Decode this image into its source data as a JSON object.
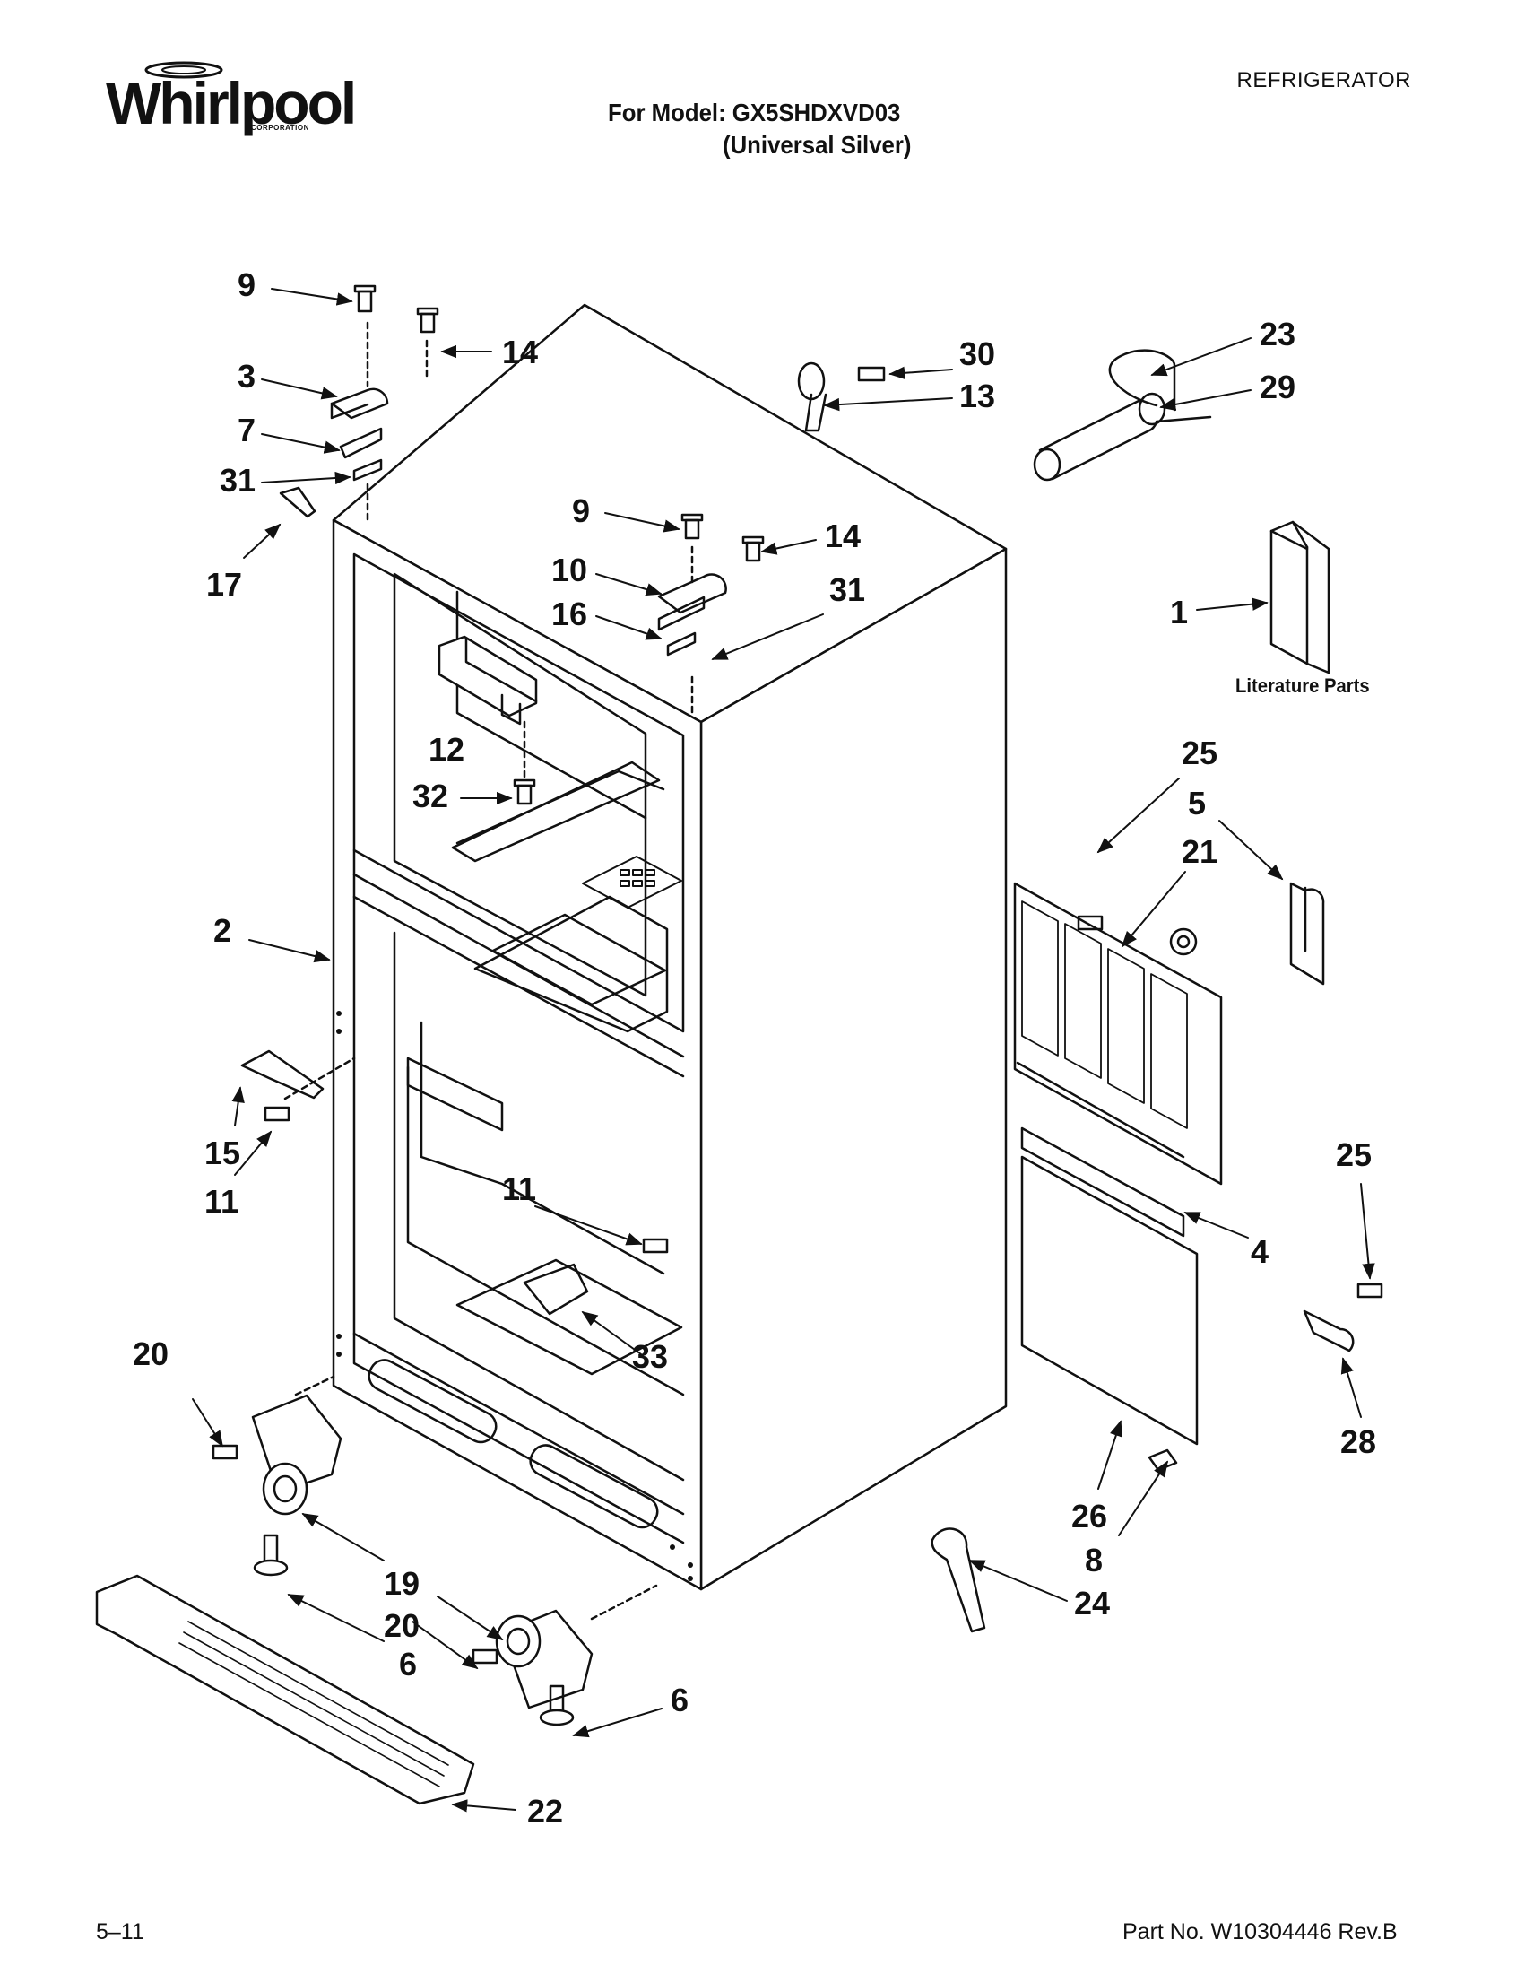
{
  "header": {
    "brand": "Whirlpool",
    "brand_sub": "CORPORATION",
    "category": "REFRIGERATOR",
    "model_line": "For Model: GX5SHDXVD03",
    "variant_line": "(Universal Silver)"
  },
  "literature_label": "Literature Parts",
  "footer": {
    "left": "5–11",
    "right": "Part No. W10304446 Rev.B"
  },
  "callouts": [
    "9",
    "14",
    "3",
    "7",
    "31",
    "17",
    "30",
    "13",
    "23",
    "29",
    "9",
    "14",
    "10",
    "16",
    "31",
    "1",
    "12",
    "32",
    "2",
    "25",
    "5",
    "21",
    "15",
    "11",
    "11",
    "33",
    "25",
    "4",
    "28",
    "20",
    "26",
    "8",
    "19",
    "24",
    "20",
    "6",
    "6",
    "22"
  ]
}
